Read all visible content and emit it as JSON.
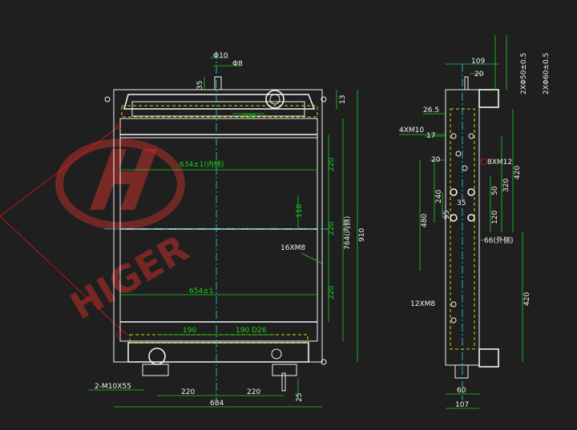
{
  "watermark": {
    "brand_text": "HIGER"
  },
  "front_view": {
    "dims": {
      "pipe_od_outer": "Φ10",
      "pipe_od_inner": "Φ8",
      "pipe_height": "35",
      "top_offset": "13",
      "inner_190": "190",
      "span_634": "634±1(内侧)",
      "span_654": "654±1",
      "upper_220": "220",
      "mid_110": "110",
      "mid_220": "220",
      "lower_220": "220",
      "core_764": "764(内侧)",
      "overall_910": "910",
      "hole_label": "16XM8",
      "bottom_190_left": "190",
      "bottom_190_right": "190 D26",
      "mount_label": "2-M10X55",
      "bottom_220_left": "220",
      "bottom_220_right": "220",
      "overall_684": "684",
      "bottom_25": "25"
    }
  },
  "side_view": {
    "dims": {
      "top_109": "109",
      "top_20": "20",
      "tol_outer": "2XΦ50±0.5",
      "tol_inner": "2XΦ60±0.5",
      "d26_5": "26.5",
      "label_4xm10": "4XM10",
      "d17": "17",
      "d20": "20",
      "label_8xm12": "8XM12",
      "d420_top": "420",
      "d320": "320",
      "d50": "50",
      "d240": "240",
      "d35": "35",
      "d95": "95",
      "d120": "120",
      "d480": "480",
      "label_66": "66(外侧)",
      "label_12xm8": "12XM8",
      "d420_bottom": "420",
      "d60": "60",
      "d107": "107"
    }
  }
}
